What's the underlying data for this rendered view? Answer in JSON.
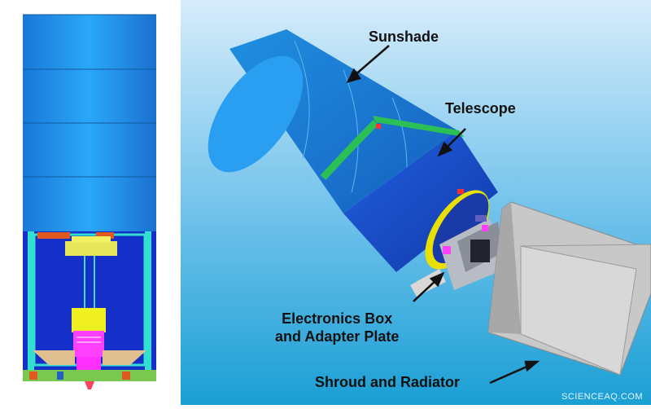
{
  "labels": {
    "sunshade": "Sunshade",
    "telescope": "Telescope",
    "electronics_line1": "Electronics Box",
    "electronics_line2": "and Adapter Plate",
    "shroud": "Shroud and Radiator"
  },
  "watermark": "SCIENCEAQ.COM",
  "colors": {
    "background_top": "#d6ecfb",
    "background_bottom": "#1a9fd4",
    "sunshade_blue": "#1f8fe0",
    "telescope_blue": "#1a4fd0",
    "green_ring": "#2bbf55",
    "yellow_ring": "#e8e000",
    "radiator_gray": "#c8c8c8",
    "cyan_frame": "#33e0d0",
    "magenta": "#ff33ff"
  }
}
